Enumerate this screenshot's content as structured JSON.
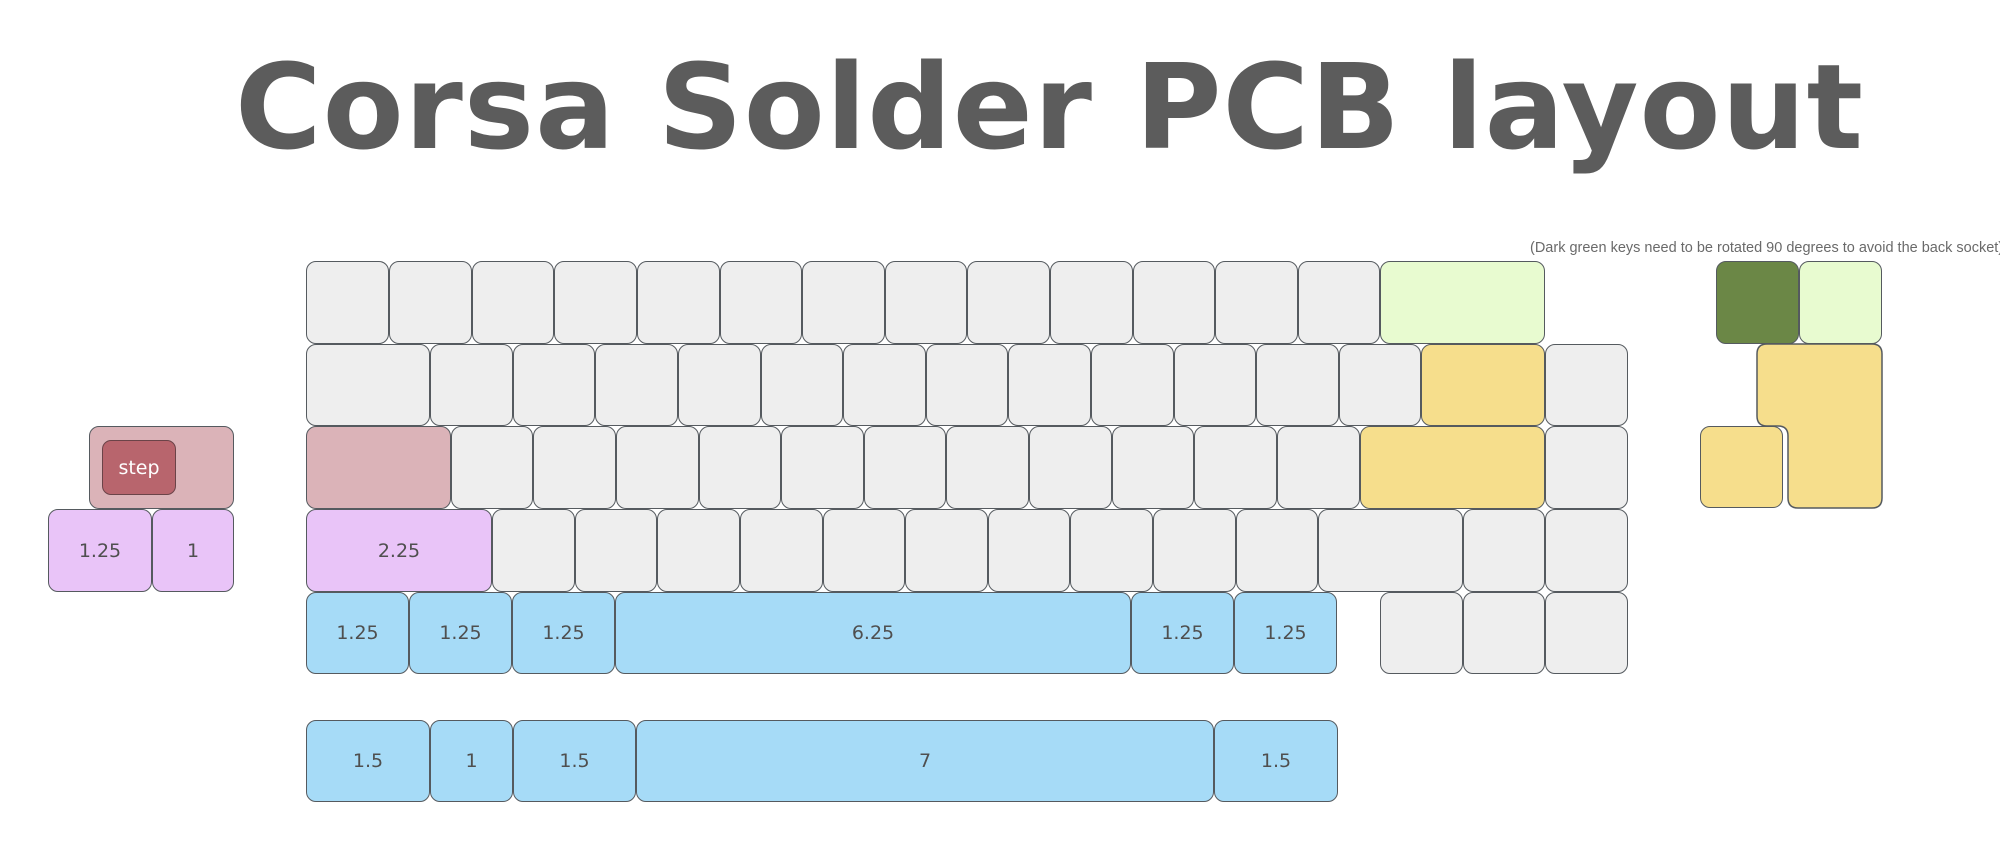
{
  "title": "Corsa Solder PCB layout",
  "note": "(Dark green keys need to be rotated 90 degrees to avoid the back socket)",
  "legend": {
    "step": "step",
    "w125": "1.25",
    "w1": "1"
  },
  "rows": {
    "shift_left": "2.25",
    "bottom": [
      "1.25",
      "1.25",
      "1.25",
      "6.25",
      "1.25",
      "1.25"
    ],
    "alt_bottom": [
      "1.5",
      "1",
      "1.5",
      "7",
      "1.5"
    ]
  },
  "colors": {
    "default_key": "#eeeeee",
    "light_green": "#e8fbd0",
    "dark_green": "#6b8746",
    "yellow": "#f6de8c",
    "pink": "#dbb3b8",
    "step_red": "#b8656d",
    "purple": "#e9c4f8",
    "blue": "#a6dbf7"
  }
}
